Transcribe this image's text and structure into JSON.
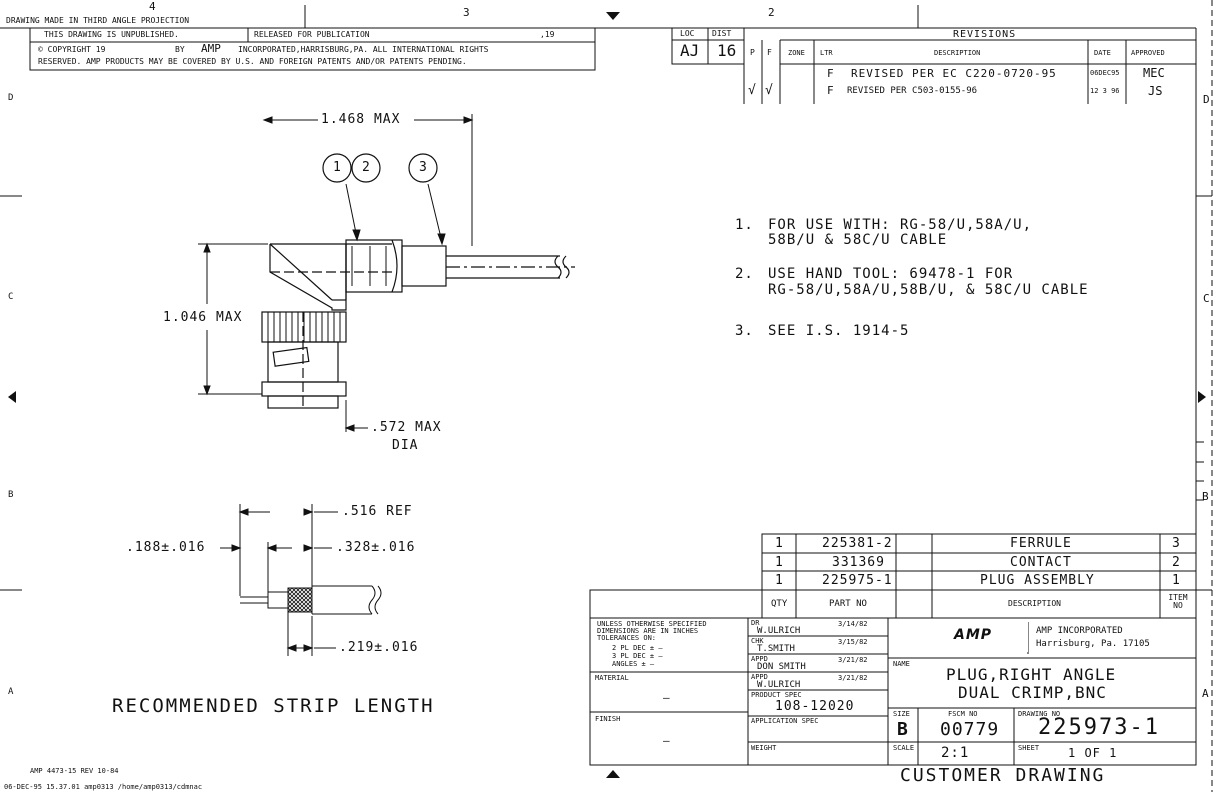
{
  "border": {
    "col_numbers": [
      "4",
      "3",
      "2"
    ],
    "row_letters": [
      "D",
      "C",
      "B",
      "A"
    ],
    "projection_note": "DRAWING MADE IN THIRD ANGLE PROJECTION"
  },
  "release": {
    "unpublished": "THIS DRAWING IS UNPUBLISHED.",
    "released_for": "RELEASED FOR PUBLICATION",
    "year": ",19",
    "copyright_line1": "© COPYRIGHT 19",
    "copyright_by": "BY",
    "copyright_amp": "AMP",
    "copyright_rest": "INCORPORATED,HARRISBURG,PA.  ALL INTERNATIONAL RIGHTS",
    "reserved_line": "RESERVED. AMP PRODUCTS MAY BE COVERED BY U.S. AND FOREIGN PATENTS AND/OR PATENTS PENDING."
  },
  "loc_dist": {
    "loc_label": "LOC",
    "loc_value": "AJ",
    "dist_label": "DIST",
    "dist_value": "16",
    "p_label": "P",
    "f_label": "F",
    "check1": "√",
    "check2": "√"
  },
  "revisions": {
    "title": "REVISIONS",
    "headers": {
      "zone": "ZONE",
      "ltr": "LTR",
      "description": "DESCRIPTION",
      "date": "DATE",
      "approved": "APPROVED"
    },
    "rows": [
      {
        "ltr": "F",
        "description": "REVISED PER EC C220-0720-95",
        "date": "06DEC95",
        "approved": "MEC"
      },
      {
        "ltr": "F",
        "description": "REVISED PER C503-0155-96",
        "date": "12 3 96",
        "approved": "JS"
      }
    ]
  },
  "dims": {
    "length": "1.468 MAX",
    "height": "1.046 MAX",
    "dia1": ".572 MAX",
    "dia2": "DIA",
    "strip_ref": ".516 REF",
    "strip_a": ".188±.016",
    "strip_b": ".328±.016",
    "strip_c": ".219±.016"
  },
  "balloons": [
    "1",
    "2",
    "3"
  ],
  "notes": [
    {
      "num": "1.",
      "line1": "FOR USE WITH: RG-58/U,58A/U,",
      "line2": "58B/U & 58C/U CABLE"
    },
    {
      "num": "2.",
      "line1": "USE HAND TOOL: 69478-1 FOR",
      "line2": "RG-58/U,58A/U,58B/U, & 58C/U CABLE"
    },
    {
      "num": "3.",
      "line1": "SEE I.S. 1914-5",
      "line2": ""
    }
  ],
  "strip_caption": "RECOMMENDED STRIP LENGTH",
  "bom": {
    "headers": {
      "qty": "QTY",
      "part_no": "PART NO",
      "description": "DESCRIPTION",
      "item": "ITEM NO"
    },
    "rows": [
      {
        "qty": "1",
        "part": "225381-2",
        "desc": "FERRULE",
        "item": "3"
      },
      {
        "qty": "1",
        "part": "331369",
        "desc": "CONTACT",
        "item": "2"
      },
      {
        "qty": "1",
        "part": "225975-1",
        "desc": "PLUG ASSEMBLY",
        "item": "1"
      }
    ]
  },
  "title_block": {
    "tolerances": [
      "UNLESS OTHERWISE SPECIFIED",
      "DIMENSIONS ARE IN INCHES",
      "TOLERANCES ON:",
      "2 PL DEC ±  —",
      "3 PL DEC ±  —",
      "ANGLES   ±  —"
    ],
    "material_label": "MATERIAL",
    "material_value": "—",
    "finish_label": "FINISH",
    "finish_value": "—",
    "dr_label": "DR",
    "dr_name": "W.ULRICH",
    "dr_date": "3/14/82",
    "chk_label": "CHK",
    "chk_name": "T.SMITH",
    "chk_date": "3/15/82",
    "appd1_label": "APPD",
    "appd1_name": "DON SMITH",
    "appd1_date": "3/21/82",
    "appd2_label": "APPD",
    "appd2_name": "W.ULRICH",
    "appd2_date": "3/21/82",
    "product_spec_label": "PRODUCT SPEC",
    "product_spec": "108-12020",
    "app_spec_label": "APPLICATION SPEC",
    "weight_label": "WEIGHT",
    "company_logo": "AMP",
    "company_name": "AMP INCORPORATED",
    "company_city": "Harrisburg, Pa. 17105",
    "name_label": "NAME",
    "name_line1": "PLUG,RIGHT ANGLE",
    "name_line2": "DUAL CRIMP,BNC",
    "size_label": "SIZE",
    "size_value": "B",
    "fscm_label": "FSCM NO",
    "fscm_value": "00779",
    "dwg_label": "DRAWING NO",
    "dwg_value": "225973-1",
    "scale_label": "SCALE",
    "scale_value": "2:1",
    "sheet_label": "SHEET",
    "sheet_value": "1 OF 1"
  },
  "footer": {
    "form": "AMP 4473-15 REV 10-84",
    "stamp": "06-DEC-95     15.37.01    amp0313    /home/amp0313/cdmnac",
    "customer": "CUSTOMER DRAWING"
  }
}
